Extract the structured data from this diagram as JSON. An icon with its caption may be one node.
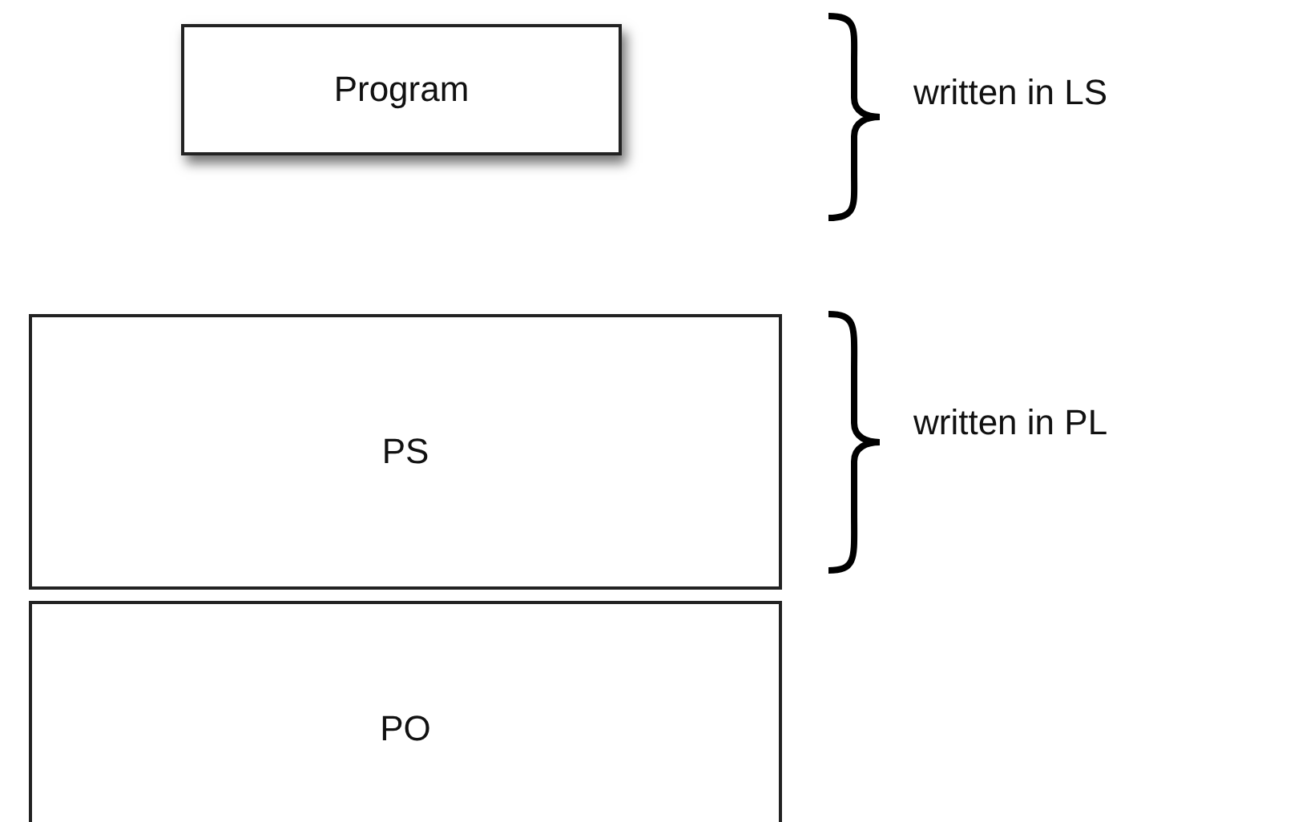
{
  "diagram": {
    "nodes": [
      {
        "text": [
          "Program"
        ]
      },
      {
        "text": [
          "PS"
        ]
      },
      {
        "text": [
          "PO"
        ]
      }
    ],
    "labels": [
      "written in LS",
      "written in PL"
    ]
  }
}
